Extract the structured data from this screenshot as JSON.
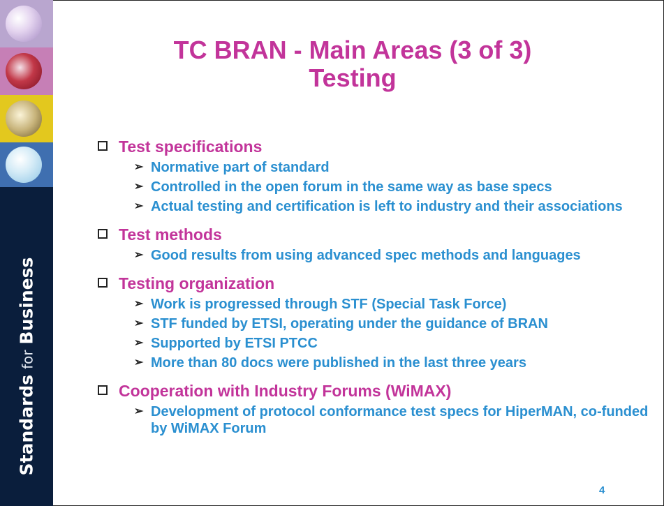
{
  "slide": {
    "title_line1": "TC BRAN - Main Areas (3 of 3)",
    "title_line2": "Testing",
    "page_number": "4"
  },
  "sidebar": {
    "tagline_bold1": "Standards",
    "tagline_mid": "for",
    "tagline_bold2": "Business",
    "colors": {
      "tile1": "#b9a6cf",
      "tile2": "#c67fb6",
      "tile3": "#e3c81e",
      "tile4": "#3f6fb0",
      "bar": "#0a1e3c"
    }
  },
  "sections": [
    {
      "heading": "Test specifications",
      "items": [
        "Normative part of standard",
        "Controlled in the open forum in the same way as base specs",
        "Actual testing and certification is left to industry and their associations"
      ]
    },
    {
      "heading": "Test methods",
      "items": [
        "Good results from using advanced spec methods and languages"
      ]
    },
    {
      "heading": "Testing organization",
      "items": [
        "Work is progressed through STF (Special Task Force)",
        "STF funded by ETSI, operating under the guidance of BRAN",
        "Supported by ETSI PTCC",
        "More than 80 docs were published in the last three years"
      ]
    },
    {
      "heading": "Cooperation with Industry Forums (WiMAX)",
      "items": [
        "Development of protocol conformance test specs for HiperMAN, co-funded by WiMAX Forum"
      ]
    }
  ],
  "icons": {
    "bullet": "checkbox-square-icon",
    "sub_bullet": "arrow-right-icon"
  },
  "colors": {
    "heading": "#c2349a",
    "item": "#2a8fd0"
  }
}
